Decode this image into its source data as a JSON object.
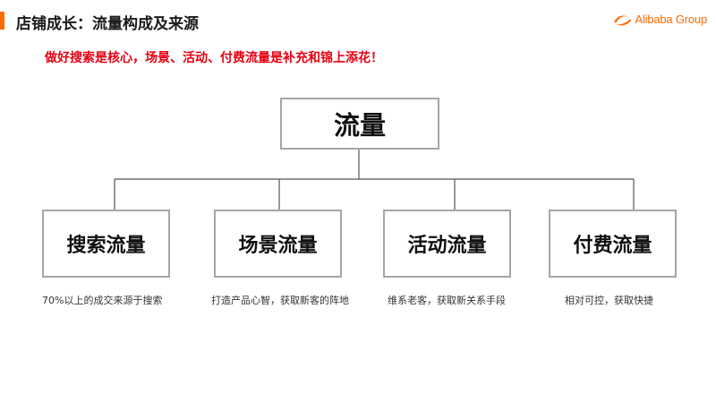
{
  "header": {
    "title": "店铺成长：流量构成及来源",
    "logo_text": "Alibaba Group"
  },
  "subtitle": "做好搜索是核心，场景、活动、付费流量是补充和锦上添花！",
  "diagram": {
    "root": "流量",
    "children": [
      {
        "label": "搜索流量",
        "description": "70%以上的成交来源于搜索"
      },
      {
        "label": "场景流量",
        "description": "打造产品心智，获取新客的阵地"
      },
      {
        "label": "活动流量",
        "description": "维系老客，获取新关系手段"
      },
      {
        "label": "付费流量",
        "description": "相对可控，获取快捷"
      }
    ]
  },
  "colors": {
    "accent": "#ff6a00",
    "subtitle": "#e60012",
    "box_border": "#a6a6a6",
    "connector": "#555555"
  }
}
